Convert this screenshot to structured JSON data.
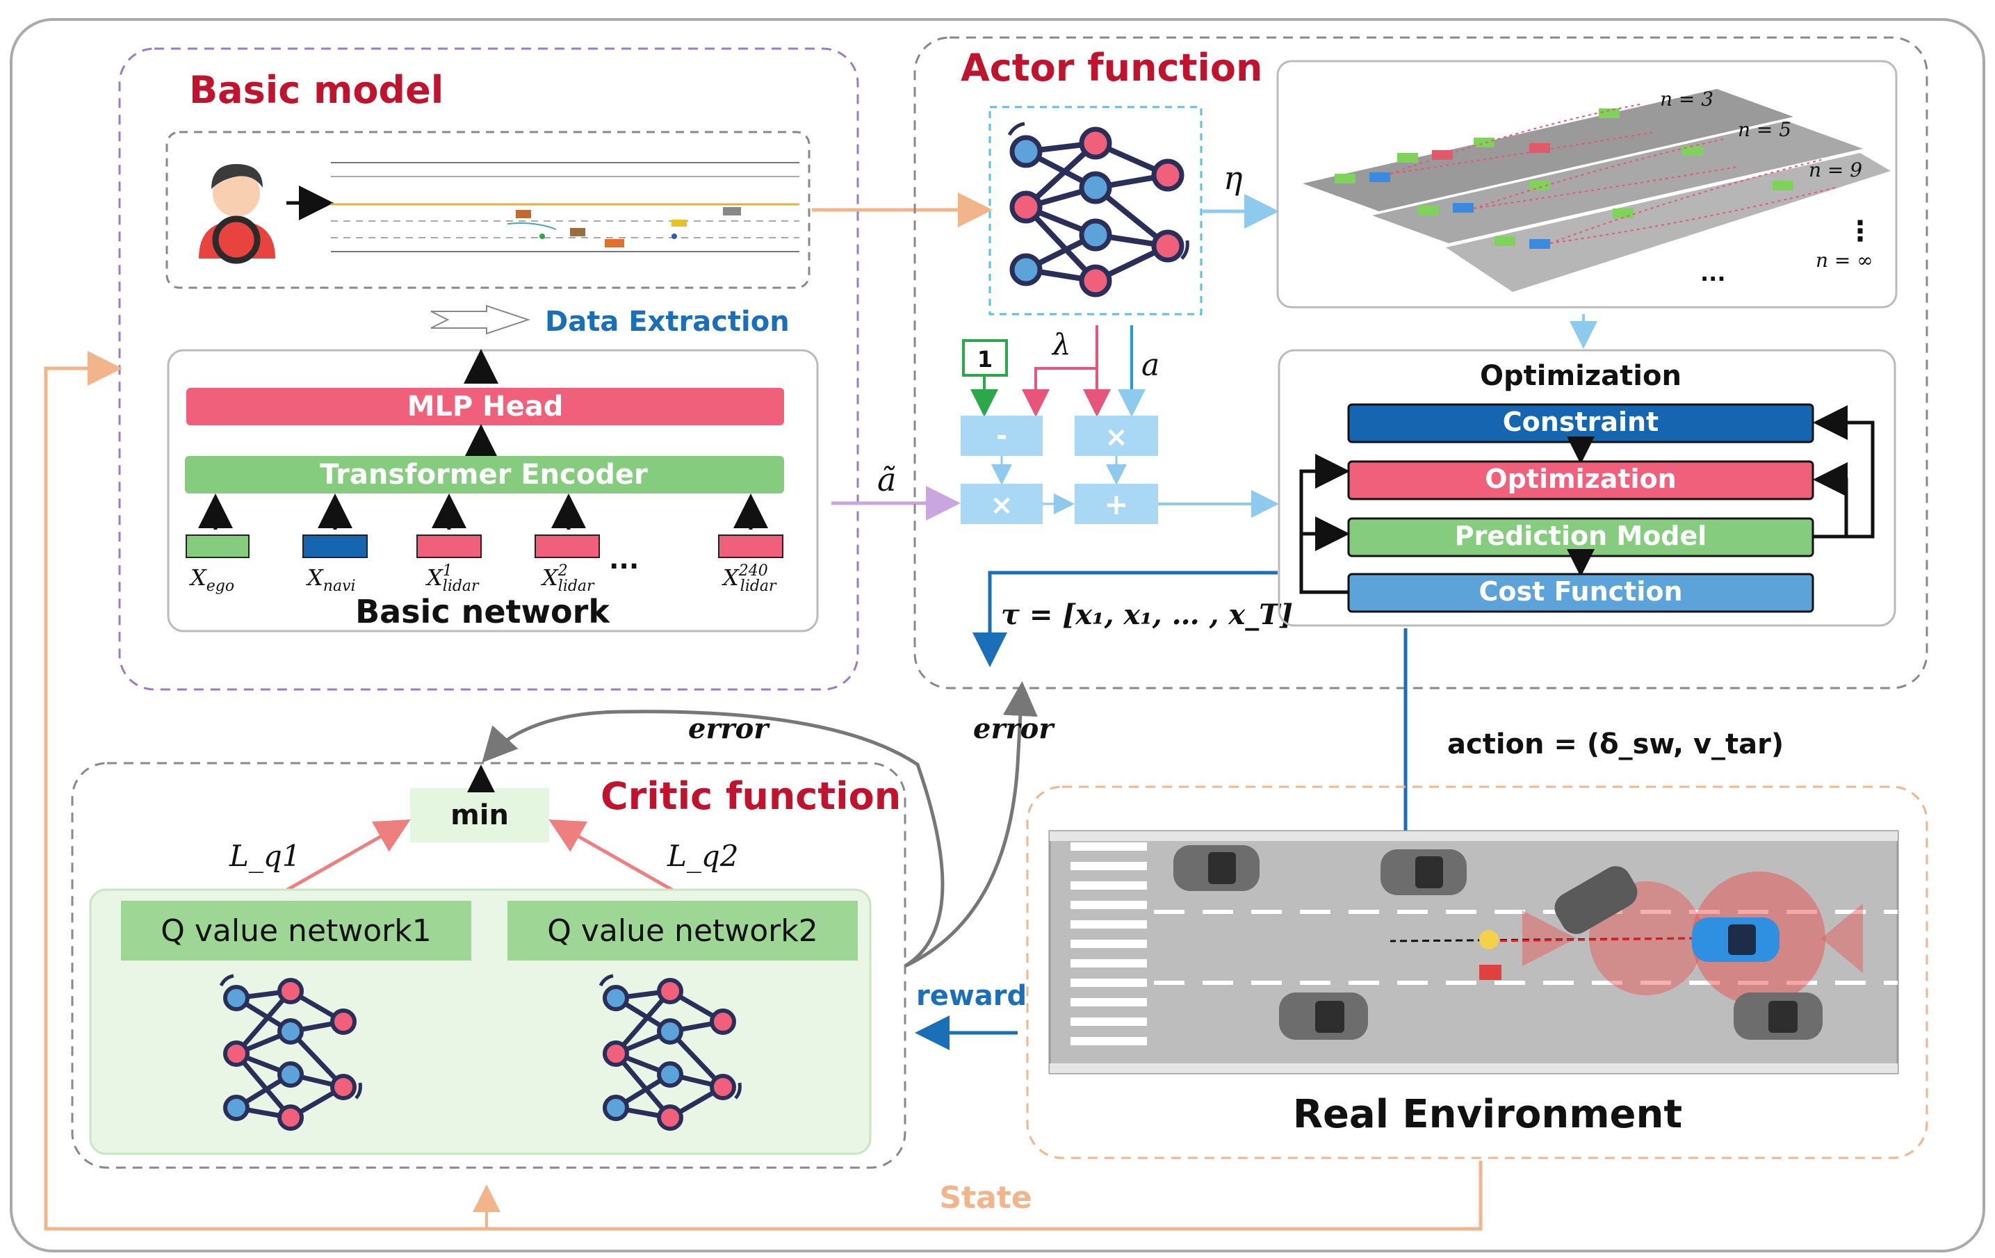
{
  "basic_model": {
    "title": "Basic model",
    "data_extraction": "Data Extraction",
    "mlp_head": "MLP Head",
    "transformer_encoder": "Transformer Encoder",
    "basic_network": "Basic network",
    "inputs": [
      {
        "base": "X",
        "sub": "ego",
        "sup": ""
      },
      {
        "base": "X",
        "sub": "navi",
        "sup": ""
      },
      {
        "base": "X",
        "sub": "lidar",
        "sup": "1"
      },
      {
        "base": "X",
        "sub": "lidar",
        "sup": "2"
      },
      {
        "base": "X",
        "sub": "lidar",
        "sup": "240"
      }
    ],
    "ellipsis": "...",
    "a_tilde": "ã"
  },
  "actor": {
    "title": "Actor function",
    "eta": "η",
    "lambda": "λ",
    "a": "a",
    "one": "1",
    "op_minus": "-",
    "op_times_top": "×",
    "op_times_bottom": "×",
    "op_plus": "+",
    "tau_eq": "τ = [x₁, x₁, … , x_T]",
    "n_labels": [
      "n = 3",
      "n = 5",
      "n = 9",
      "n = ∞"
    ],
    "dots_vertical": "⋮",
    "dots_horizontal": "..."
  },
  "optimization": {
    "title": "Optimization",
    "constraint": "Constraint",
    "optimization": "Optimization",
    "prediction_model": "Prediction Model",
    "cost_function": "Cost Function"
  },
  "critic": {
    "title": "Critic function",
    "min": "min",
    "lq1": "L_q1",
    "lq2": "L_q2",
    "q1": "Q value network1",
    "q2": "Q value network2",
    "error_left": "error",
    "error_right": "error"
  },
  "environment": {
    "title": "Real Environment",
    "action_label": "action = (δ_sw, v_tar)",
    "reward": "reward",
    "state": "State"
  },
  "colors": {
    "red_title": "#c0132e",
    "blue_label": "#1a6fb8",
    "pink_bar": "#f0607a",
    "green_bar": "#86cc7e",
    "dark_blue_bar": "#1565b0",
    "light_blue_bar": "#5ba3d9",
    "state_orange": "#f2b48a",
    "purple_dash": "#9b7bc8"
  }
}
